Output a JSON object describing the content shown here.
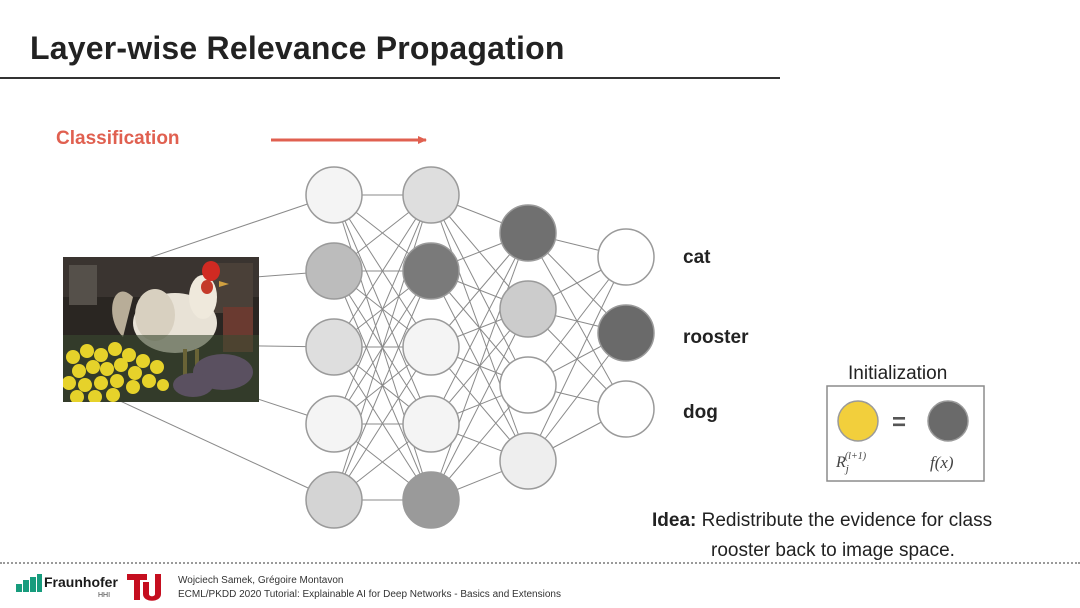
{
  "slide": {
    "title": "Layer-wise Relevance Propagation",
    "classification_label": "Classification",
    "output_labels": [
      "cat",
      "rooster",
      "dog"
    ],
    "initialization": {
      "title": "Initialization",
      "equals": "=",
      "relevance_formula": "R_j^{(l+1)}",
      "output_formula": "f(x)"
    },
    "idea": {
      "keyword": "Idea:",
      "line1": "Redistribute the evidence for class",
      "line2": "rooster back to image space."
    }
  },
  "footer": {
    "institution": "Fraunhofer",
    "institution_sub": "HHI",
    "authors": "Wojciech Samek, Grégoire Montavon",
    "event": "ECML/PKDD 2020 Tutorial: Explainable AI for Deep Networks - Basics and Extensions"
  },
  "colors": {
    "accent_red": "#e06050",
    "relevance_yellow": "#f2cf3c",
    "node_outline": "#9a9a9a",
    "edge": "#8a8a8a"
  },
  "network": {
    "layers": [
      {
        "shades": [
          "#f4f4f4",
          "#bcbcbc",
          "#dedede",
          "#f4f4f4",
          "#d4d4d4"
        ]
      },
      {
        "shades": [
          "#dedede",
          "#7a7a7a",
          "#f4f4f4",
          "#f4f4f4",
          "#9a9a9a"
        ]
      },
      {
        "shades": [
          "#707070",
          "#cccccc",
          "#ffffff",
          "#eeeeee"
        ]
      },
      {
        "shades": [
          "#ffffff",
          "#6a6a6a",
          "#ffffff"
        ]
      }
    ],
    "photo_links_to_input_nodes": [
      0,
      1,
      2,
      3,
      4
    ]
  }
}
